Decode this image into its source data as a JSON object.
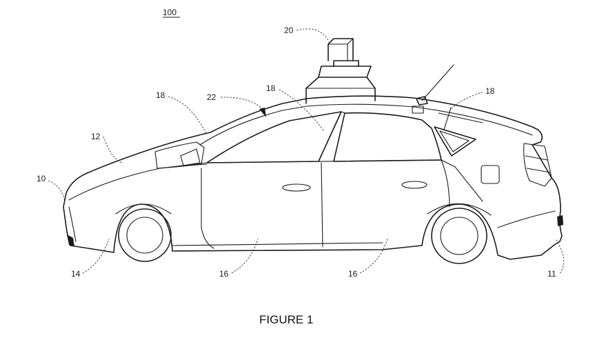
{
  "figure": {
    "reference_label": "100",
    "caption": "FIGURE 1",
    "labels": {
      "sensor_unit": "20",
      "windshield_sensor": "18",
      "roof_sensor": "18",
      "rear_sensor": "18",
      "roof_edge": "22",
      "hood": "12",
      "front_bumper": "10",
      "front_wheel_panel": "14",
      "front_door": "16",
      "rear_door": "16",
      "rear_bumper": "11"
    }
  }
}
